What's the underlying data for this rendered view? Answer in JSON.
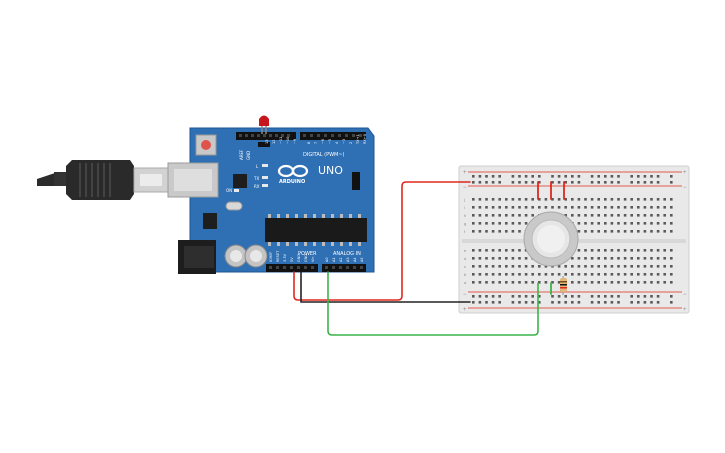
{
  "board": {
    "brand": "ARDUINO",
    "model": "UNO",
    "digital_label": "DIGITAL (PWM~)",
    "power_label": "POWER",
    "analog_label": "ANALOG IN",
    "tx_label": "TX",
    "rx_label": "RX",
    "l_label": "L",
    "on_label": "ON",
    "aref_label": "AREF",
    "gnd_label": "GND",
    "digital_pins": [
      "13",
      "12",
      "~11",
      "~10",
      "~9",
      "8",
      "7",
      "~6",
      "~5",
      "4",
      "~3",
      "2",
      "TX→1",
      "RX←0"
    ],
    "power_pins": [
      "IOREF",
      "RESET",
      "3.3V",
      "5V",
      "GND",
      "GND",
      "Vin"
    ],
    "analog_pins": [
      "A0",
      "A1",
      "A2",
      "A3",
      "A4",
      "A5"
    ]
  },
  "breadboard": {
    "rail_plus": "+",
    "rail_minus": "−",
    "rows_top": [
      "j",
      "i",
      "h",
      "g",
      "f"
    ],
    "rows_bottom": [
      "e",
      "d",
      "c",
      "b",
      "a"
    ]
  },
  "colors": {
    "board_blue": "#2f6fb3",
    "wire_red": "#e0281e",
    "wire_black": "#222222",
    "wire_green": "#3cb44a"
  }
}
